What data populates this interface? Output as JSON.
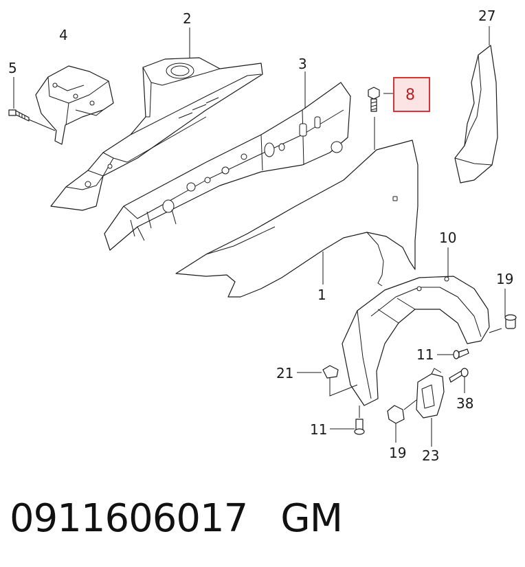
{
  "diagram": {
    "highlight_color": "#d9333a",
    "highlighted_label": "8",
    "labels": {
      "p1": "1",
      "p2": "2",
      "p3": "3",
      "p4": "4",
      "p5": "5",
      "p8": "8",
      "p10": "10",
      "p11a": "11",
      "p11b": "11",
      "p19a": "19",
      "p19b": "19",
      "p21": "21",
      "p23": "23",
      "p27": "27",
      "p38": "38"
    }
  },
  "footer": {
    "part_number": "0911606017",
    "brand": "GM"
  }
}
